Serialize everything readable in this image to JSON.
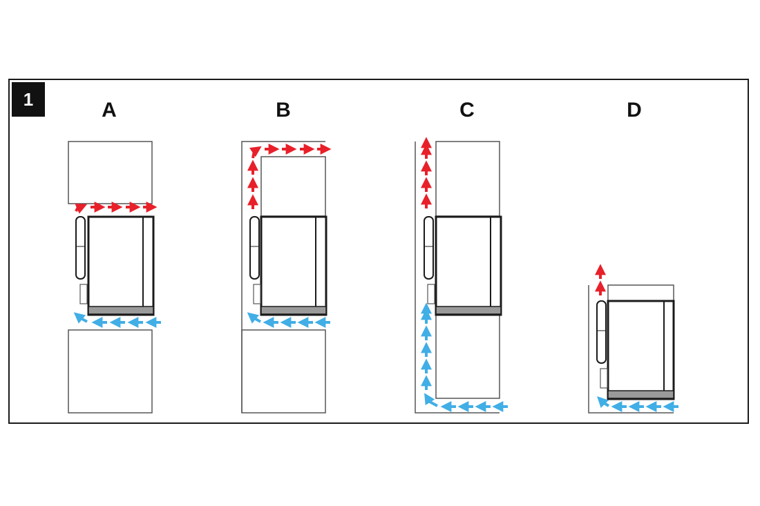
{
  "figure_number": "1",
  "panels": [
    {
      "label": "A"
    },
    {
      "label": "B"
    },
    {
      "label": "C"
    },
    {
      "label": "D"
    }
  ],
  "colors": {
    "hot_air_arrow": "#e8202a",
    "cold_air_arrow": "#41aee6",
    "outline": "#1a1a1a",
    "cabinet_line": "#555555",
    "base_plate": "#9a9a9a",
    "badge": "#111111"
  },
  "icons": {
    "hot_air": "red-arrow-icon",
    "cold_air": "blue-arrow-icon"
  }
}
